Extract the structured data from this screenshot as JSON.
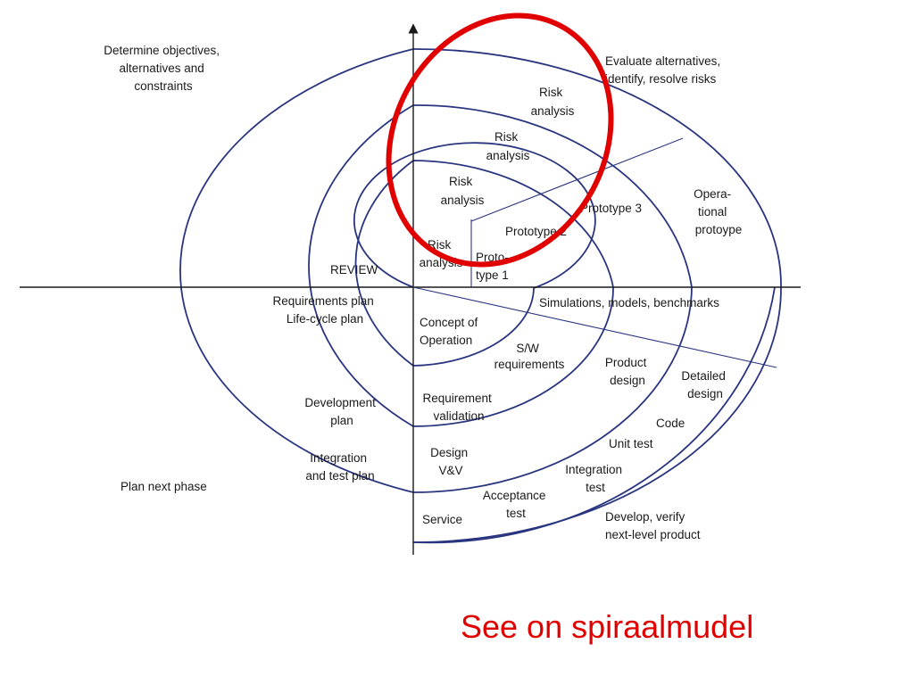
{
  "quadrants": {
    "top_left": [
      "Determine objectives,",
      "alternatives and",
      "constraints"
    ],
    "top_right": [
      "Evaluate alternatives,",
      "identify, resolve risks"
    ],
    "bottom_left": "Plan next phase",
    "bottom_right": [
      "Develop, verify",
      "next-level product"
    ]
  },
  "risk_analysis": [
    [
      "Risk",
      "analysis"
    ],
    [
      "Risk",
      "analysis"
    ],
    [
      "Risk",
      "analysis"
    ],
    [
      "Risk",
      "analysis"
    ]
  ],
  "prototypes": {
    "p1": [
      "Proto-",
      "type 1"
    ],
    "p2": "Prototype 2",
    "p3": "Prototype 3",
    "operational": [
      "Opera-",
      "tional",
      "protoype"
    ]
  },
  "center": {
    "review": "REVIEW",
    "plans": [
      "Requirements plan",
      "Life-cycle plan"
    ],
    "development_plan": [
      "Development",
      "plan"
    ],
    "integration_plan": [
      "Integration",
      "and test plan"
    ]
  },
  "develop": {
    "simulations": "Simulations, models, benchmarks",
    "concept": [
      "Concept of",
      "Operation"
    ],
    "sw_requirements": [
      "S/W",
      "requirements"
    ],
    "product_design": [
      "Product",
      "design"
    ],
    "detailed_design": [
      "Detailed",
      "design"
    ],
    "requirement_validation": [
      "Requirement",
      "validation"
    ],
    "code": "Code",
    "unit_test": "Unit test",
    "design_vv": [
      "Design",
      "V&V"
    ],
    "integration_test": [
      "Integration",
      "test"
    ],
    "acceptance_test": [
      "Acceptance",
      "test"
    ],
    "service": "Service"
  },
  "caption": "See on spiraalmudel",
  "colors": {
    "loop": "#2a3580",
    "ink": "#1a1a1a",
    "highlight": "#e00000",
    "background": "#ffffff"
  }
}
